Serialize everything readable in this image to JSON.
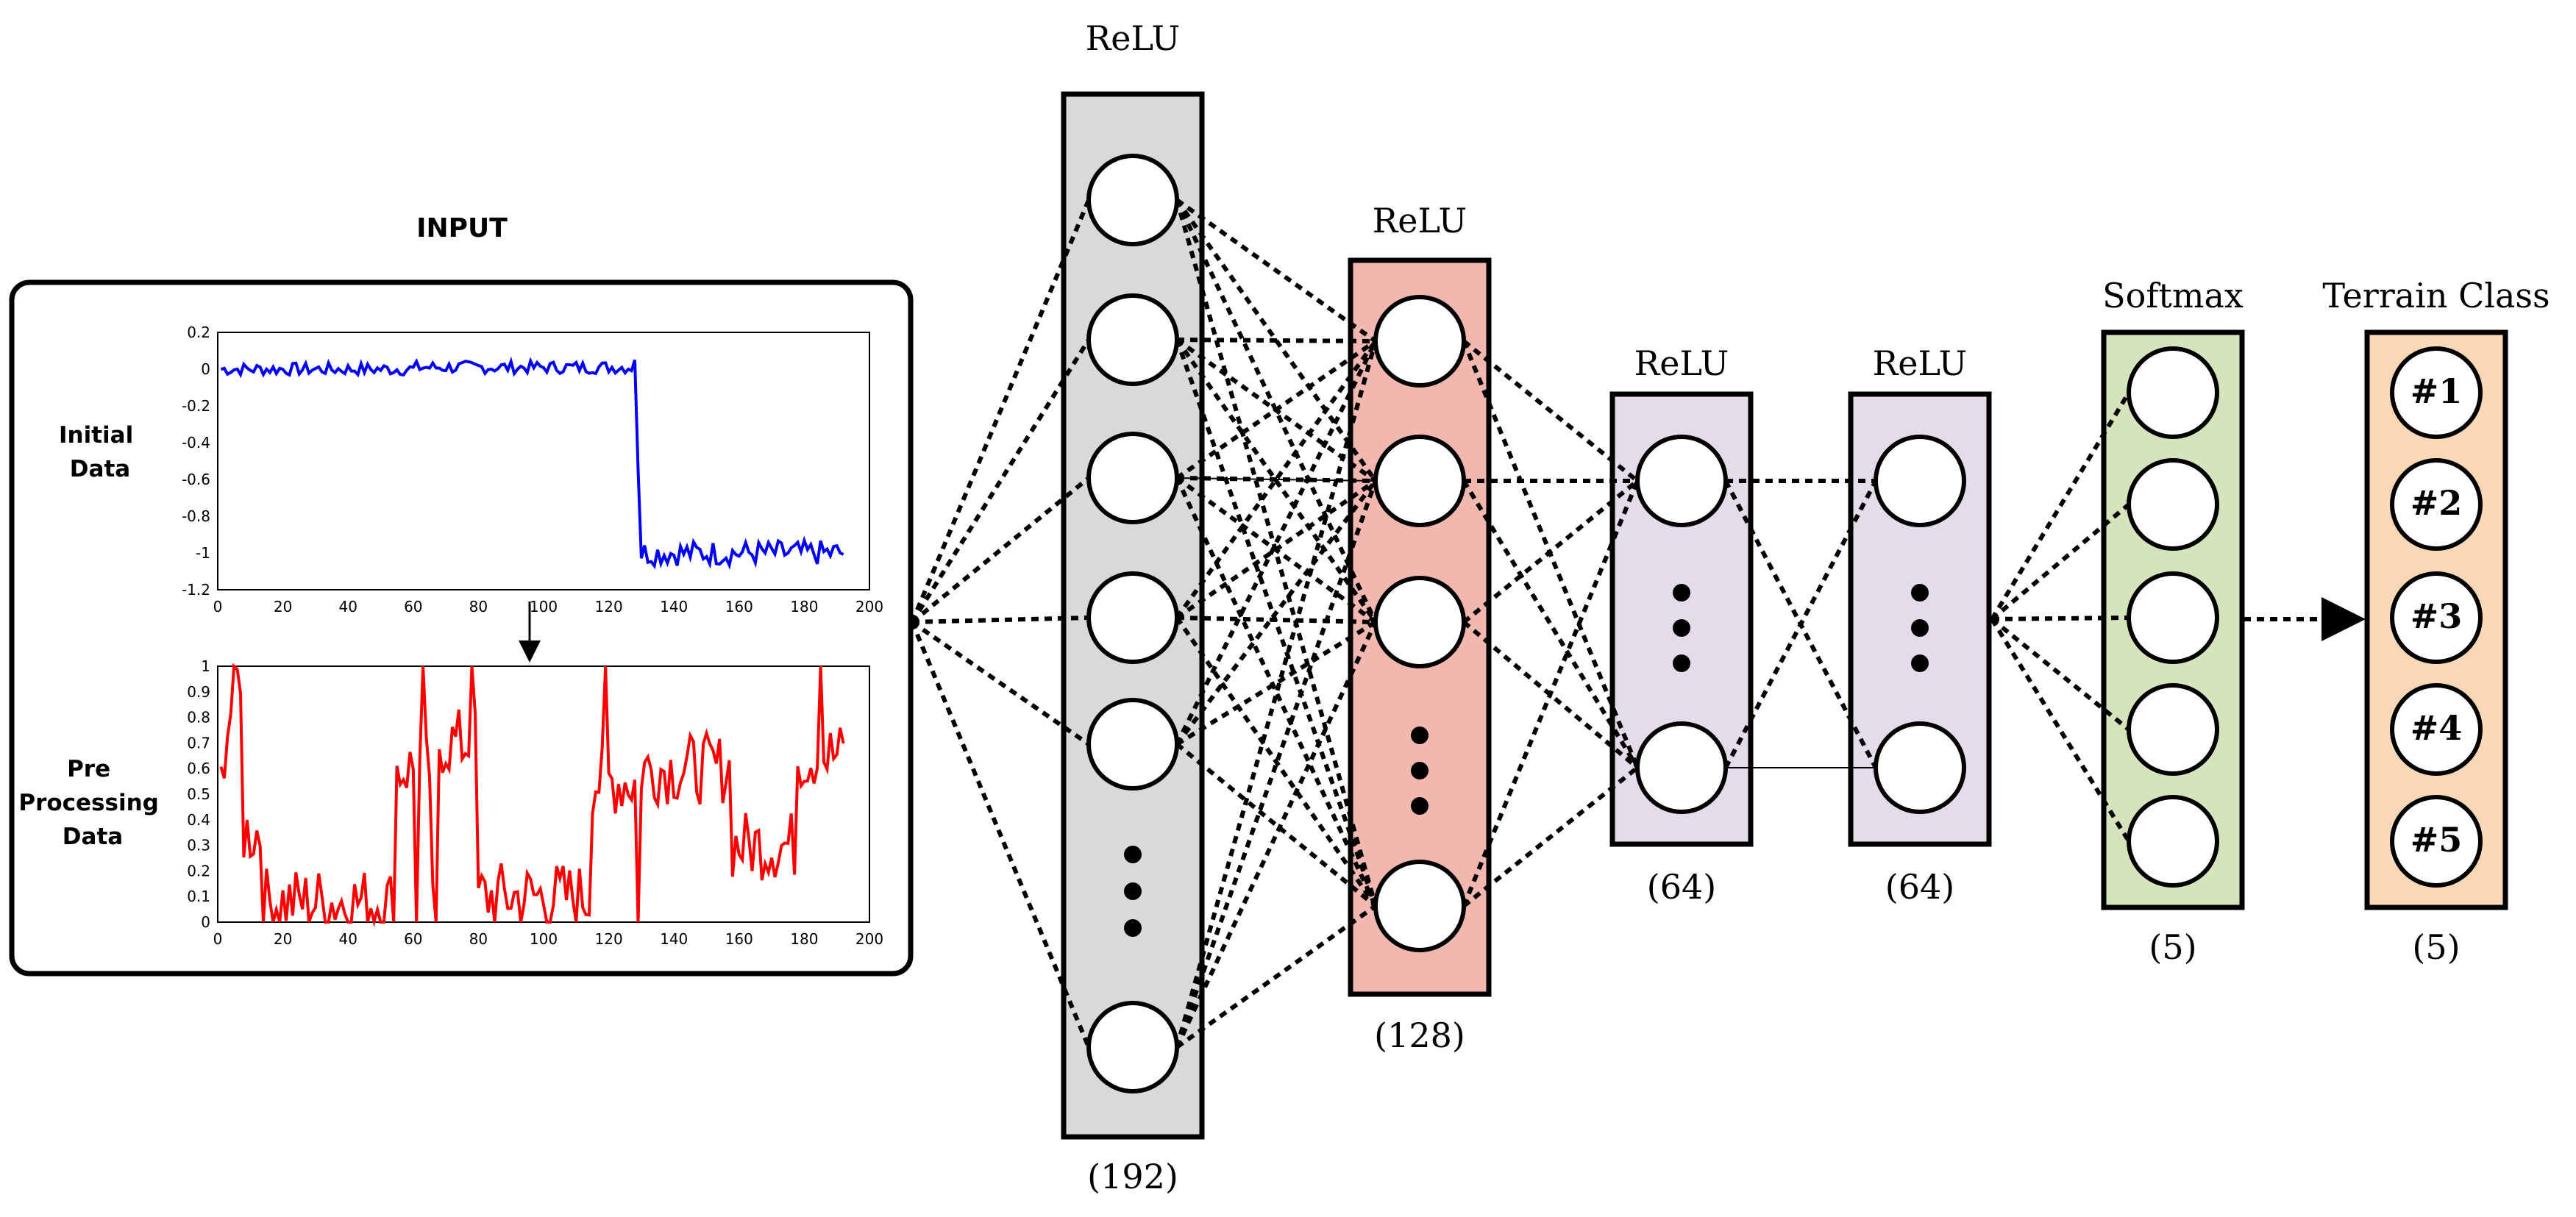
{
  "input": {
    "title": "INPUT",
    "initial_label_line1": "Initial",
    "initial_label_line2": "Data",
    "pre_label_line1": "Pre",
    "pre_label_line2": "Processing",
    "pre_label_line3": "Data"
  },
  "plots": {
    "initial": {
      "color": "#0000ff",
      "xticks": [
        "0",
        "20",
        "40",
        "60",
        "80",
        "100",
        "120",
        "140",
        "160",
        "180",
        "200"
      ],
      "yticks": [
        "0.2",
        "0",
        "-0.2",
        "-0.4",
        "-0.6",
        "-0.8",
        "-1",
        "-1.2"
      ],
      "xlim": [
        0,
        200
      ],
      "ylim": [
        -1.2,
        0.2
      ]
    },
    "pre": {
      "color": "#ff0000",
      "xticks": [
        "0",
        "20",
        "40",
        "60",
        "80",
        "100",
        "120",
        "140",
        "160",
        "180",
        "200"
      ],
      "yticks": [
        "1",
        "0.9",
        "0.8",
        "0.7",
        "0.6",
        "0.5",
        "0.4",
        "0.3",
        "0.2",
        "0.1",
        "0"
      ],
      "xlim": [
        0,
        200
      ],
      "ylim": [
        0,
        1
      ]
    }
  },
  "layers": [
    {
      "id": "l1",
      "activation": "ReLU",
      "size": "(192)",
      "fill": "#d9d9d9"
    },
    {
      "id": "l2",
      "activation": "ReLU",
      "size": "(128)",
      "fill": "#f2b8b0"
    },
    {
      "id": "l3",
      "activation": "ReLU",
      "size": "(64)",
      "fill": "#e4dcea"
    },
    {
      "id": "l4",
      "activation": "ReLU",
      "size": "(64)",
      "fill": "#e4dcea"
    },
    {
      "id": "l5",
      "activation": "Softmax",
      "size": "(5)",
      "fill": "#d6e4bc"
    },
    {
      "id": "l6",
      "activation": "Terrain Class",
      "size": "(5)",
      "fill": "#fad7b5"
    }
  ],
  "classes": [
    "#1",
    "#2",
    "#3",
    "#4",
    "#5"
  ]
}
